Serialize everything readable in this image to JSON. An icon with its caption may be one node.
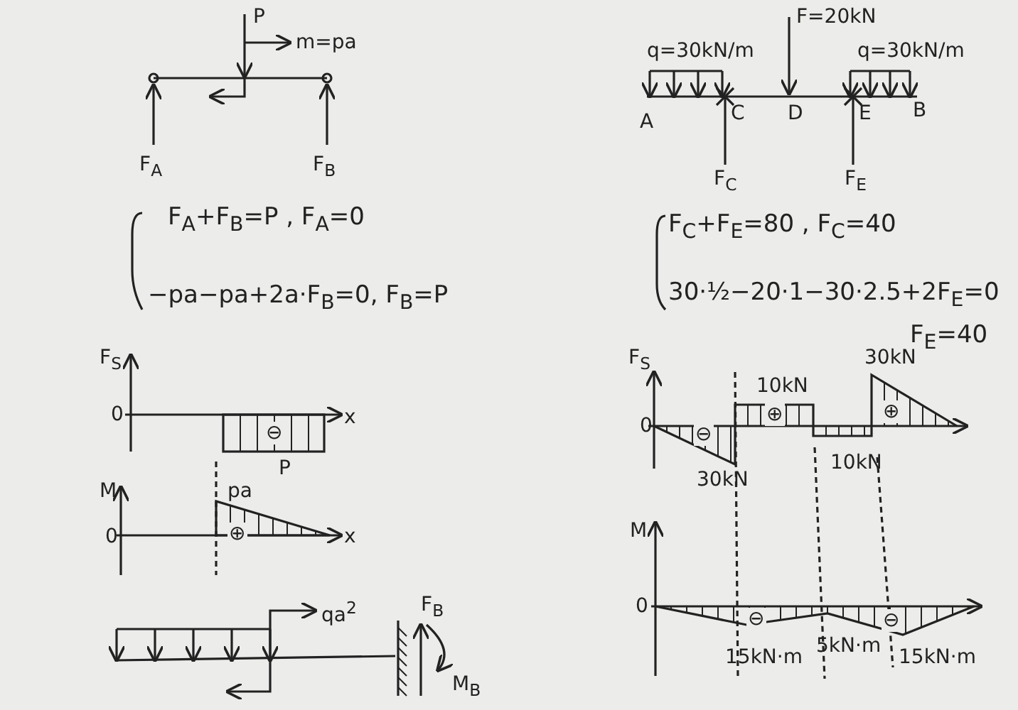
{
  "diagram": {
    "labels": [
      "P",
      "m=pa",
      "F$_{A}$",
      "F$_{B}$",
      "F$_{A}$+F$_{B}$=P , F$_{A}$=0",
      "−pa−pa+2a·F$_{B}$=0, F$_{B}$=P",
      "F$_{S}$",
      "0",
      "⊖",
      "x",
      "P",
      "M",
      "pa",
      "0",
      "⊕",
      "x",
      "qa$^{2}$",
      "F$_{B}$",
      "M$_{B}$",
      "q=30kN/m",
      "F=20kN",
      "q=30kN/m",
      "A",
      "C",
      "D",
      "E",
      "B",
      "F$_{C}$",
      "F$_{E}$",
      "F$_{C}$+F$_{E}$=80 , F$_{C}$=40",
      "30·½−20·1−30·2.5+2F$_{E}$=0",
      "F$_{E}$=40",
      "F$_{S}$",
      "0",
      "⊖",
      "10kN",
      "⊕",
      "30kN",
      "⊕",
      "30kN",
      "10kN",
      "M",
      "0",
      "⊖",
      "⊖",
      "15kN·m",
      "5kN·m",
      "15kN·m"
    ]
  }
}
